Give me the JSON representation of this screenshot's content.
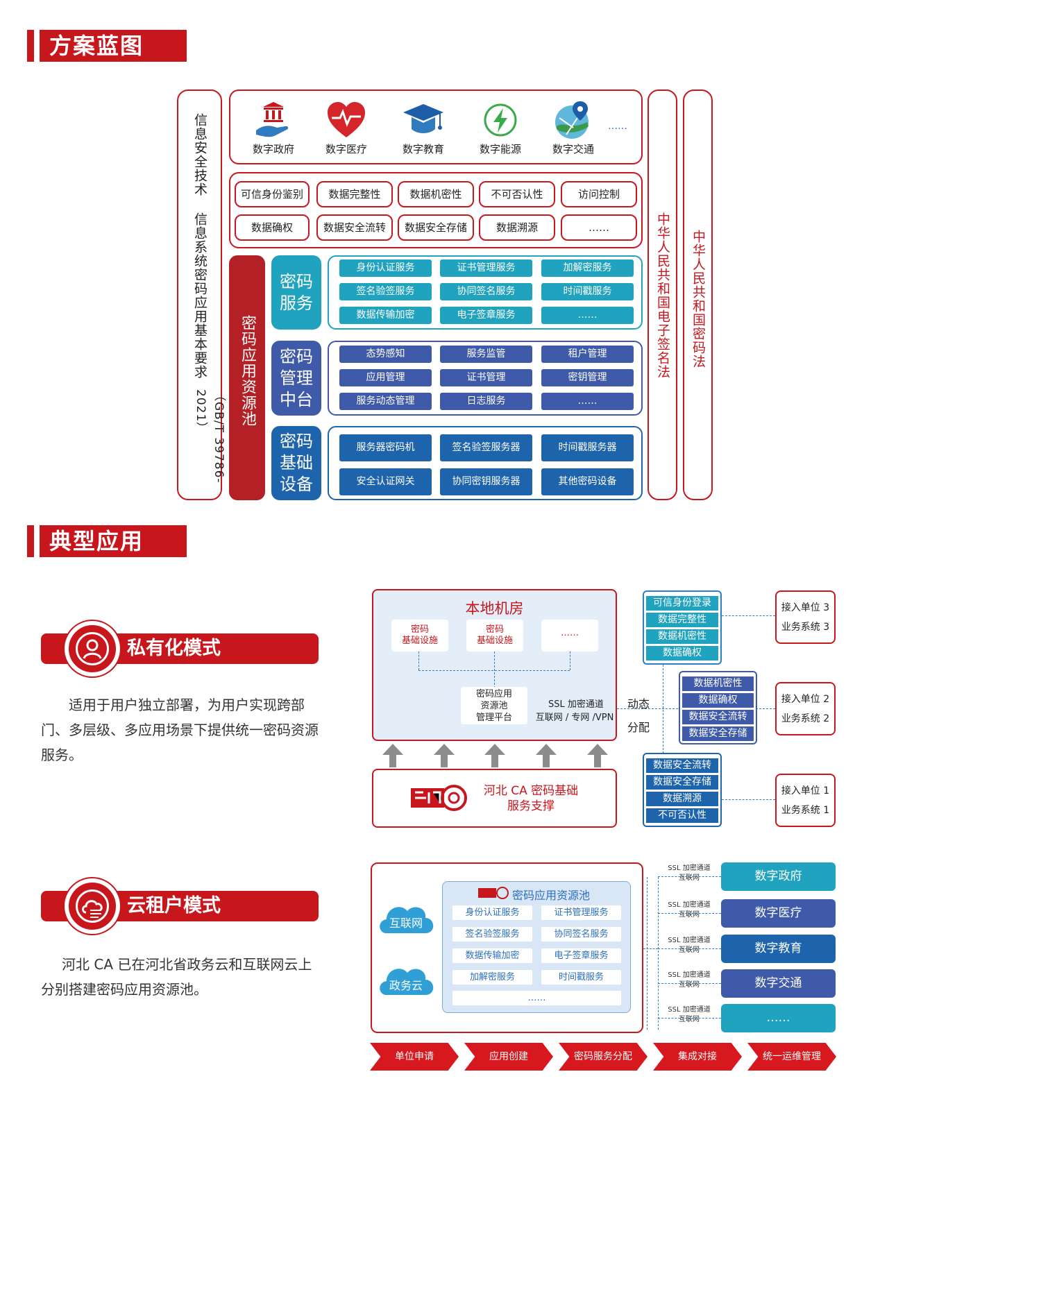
{
  "sections": {
    "blueprint_title": "方案蓝图",
    "typical_title": "典型应用"
  },
  "blueprint": {
    "left_vertical_1": "信息安全技术 信息系统密码应用基本要求",
    "left_vertical_2": "（GB/T 39786-2021）",
    "right_vertical_1": "中华人民共和国电子签名法",
    "right_vertical_2": "中华人民共和国密码法",
    "apps": [
      "数字政府",
      "数字医疗",
      "数字教育",
      "数字能源",
      "数字交通"
    ],
    "apps_more": "……",
    "security_items": [
      "可信身份鉴别",
      "数据完整性",
      "数据机密性",
      "不可否认性",
      "访问控制",
      "数据确权",
      "数据安全流转",
      "数据安全存储",
      "数据溯源",
      "……"
    ],
    "pool_label": "密码应用资源池",
    "service_group": {
      "label": "密码服务",
      "items": [
        "身份认证服务",
        "证书管理服务",
        "加解密服务",
        "签名验签服务",
        "协同签名服务",
        "时间戳服务",
        "数据传输加密",
        "电子签章服务",
        "……"
      ]
    },
    "mgmt_group": {
      "label": "密码管理中台",
      "items": [
        "态势感知",
        "服务监管",
        "租户管理",
        "应用管理",
        "证书管理",
        "密钥管理",
        "服务动态管理",
        "日志服务",
        "……"
      ]
    },
    "device_group": {
      "label": "密码基础设备",
      "items": [
        "服务器密码机",
        "签名验签服务器",
        "时间戳服务器",
        "安全认证网关",
        "协同密钥服务器",
        "其他密码设备"
      ]
    }
  },
  "private_mode": {
    "title": "私有化模式",
    "description": "适用于用户独立部署，为用户实现跨部门、多层级、多应用场景下提供统一密码资源服务。",
    "room_title": "本地机房",
    "infra_1": "密码\n基础设施",
    "infra_2": "密码\n基础设施",
    "infra_more": "……",
    "platform": "密码应用\n资源池\n管理平台",
    "ssl_label": "SSL 加密通道",
    "net_label": "互联网 / 专网 /VPN",
    "dynamic_label": "动态\n分配",
    "support_text": "河北 CA 密码基础\n服务支撑",
    "tag_groups": [
      [
        "可信身份登录",
        "数据完整性",
        "数据机密性",
        "数据确权"
      ],
      [
        "数据机密性",
        "数据确权",
        "数据安全流转",
        "数据安全存储"
      ],
      [
        "数据安全流转",
        "数据安全存储",
        "数据溯源",
        "不可否认性"
      ]
    ],
    "units": [
      {
        "unit": "接入单位 3",
        "system": "业务系统 3"
      },
      {
        "unit": "接入单位 2",
        "system": "业务系统 2"
      },
      {
        "unit": "接入单位 1",
        "system": "业务系统 1"
      }
    ]
  },
  "cloud_mode": {
    "title": "云租户模式",
    "description": "河北 CA 已在河北省政务云和互联网云上分别搭建密码应用资源池。",
    "cloud_1": "互联网",
    "cloud_2": "政务云",
    "pool_title": "密码应用资源池",
    "services": [
      "身份认证服务",
      "证书管理服务",
      "签名验签服务",
      "协同签名服务",
      "数据传输加密",
      "电子签章服务",
      "加解密服务",
      "时间戳服务"
    ],
    "services_more": "……",
    "ssl_label": "SSL 加密通道",
    "net_label": "互联网",
    "destinations": [
      "数字政府",
      "数字医疗",
      "数字教育",
      "数字交通",
      "……"
    ],
    "steps": [
      "单位申请",
      "应用创建",
      "密码服务分配",
      "集成对接",
      "统一运维管理"
    ]
  },
  "colors": {
    "brand_red": "#c8161d",
    "teal": "#1fa3be",
    "navy": "#3e5aa8",
    "blue": "#1e64ac"
  }
}
